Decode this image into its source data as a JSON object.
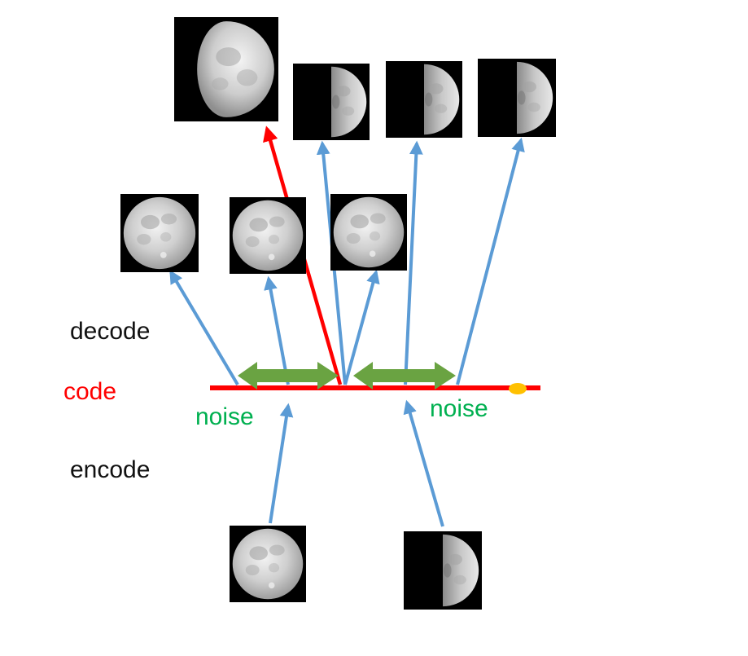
{
  "labels": {
    "decode": "decode",
    "code": "code",
    "encode": "encode",
    "noise_left": "noise",
    "noise_right": "noise"
  },
  "colors": {
    "code_line": "#ff0000",
    "noise_arrow": "#6aa342",
    "decode_arrow": "#5b9bd5",
    "encode_arrow": "#5b9bd5",
    "highlight_arrow": "#ff0000",
    "code_point": "#ffc000",
    "noise_text": "#00b050",
    "code_text": "#ff0000"
  },
  "images": {
    "encoder_inputs": [
      "full-moon",
      "half-moon"
    ],
    "decoded_full": [
      "full-moon",
      "full-moon",
      "full-moon"
    ],
    "decoded_top": [
      "gibbous-moon",
      "half-moon",
      "half-moon",
      "half-moon"
    ]
  }
}
